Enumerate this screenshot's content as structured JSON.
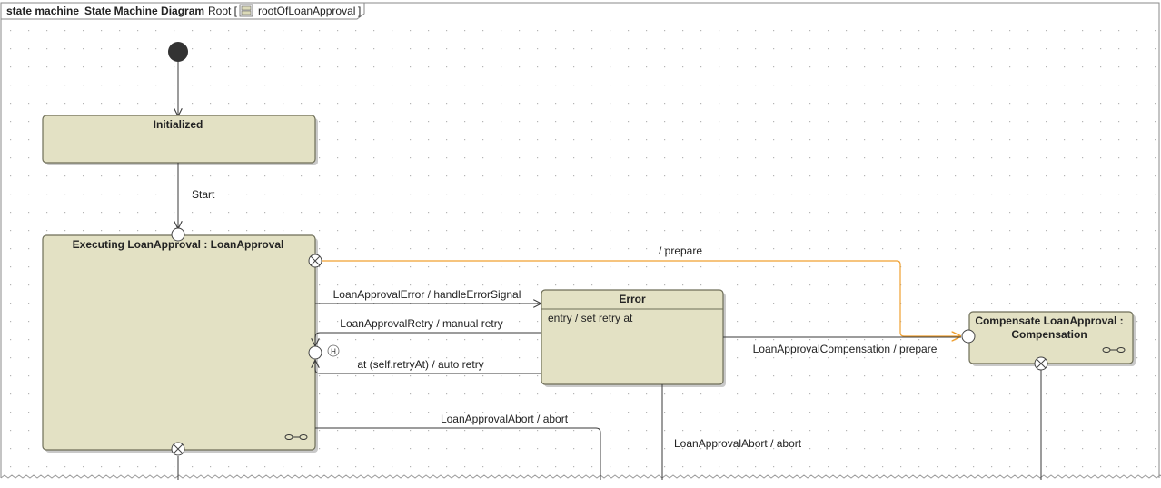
{
  "frame": {
    "kind": "state machine",
    "name": "State Machine Diagram",
    "context_prefix": "Root [",
    "context_ref": "rootOfLoanApproval",
    "context_suffix": "]"
  },
  "states": {
    "initialized": {
      "name": "Initialized"
    },
    "executing": {
      "name": "Executing LoanApproval : LoanApproval"
    },
    "error": {
      "name": "Error",
      "entry": "entry / set retry at"
    },
    "compensate": {
      "name_line1": "Compensate LoanApproval :",
      "name_line2": "Compensation"
    }
  },
  "history_marker": "H",
  "transitions": {
    "start": "Start",
    "prepare": "/ prepare",
    "error": "LoanApprovalError / handleErrorSignal",
    "retry_manual": "LoanApprovalRetry / manual retry",
    "retry_auto": "at (self.retryAt) / auto retry",
    "compensation": "LoanApprovalCompensation / prepare",
    "abort_1": "LoanApprovalAbort / abort",
    "abort_2": "LoanApprovalAbort / abort"
  },
  "colors": {
    "state_fill": "#e3e1c4",
    "selected_transition": "#f0a030",
    "grid_dot": "#b4b4b4"
  }
}
